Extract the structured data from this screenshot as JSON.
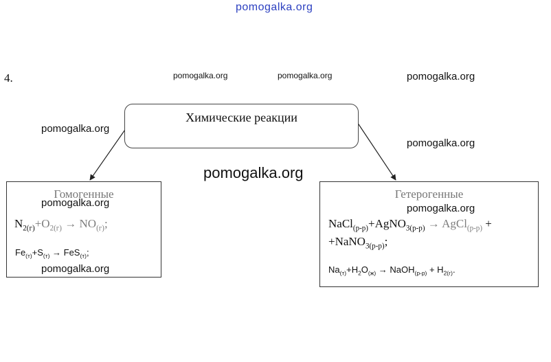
{
  "watermarks": {
    "top": "pomogalka.org",
    "row1_a": "pomogalka.org",
    "row1_b": "pomogalka.org",
    "row1_c": "pomogalka.org",
    "left_mid": "pomogalka.org",
    "right_mid": "pomogalka.org",
    "center_big": "pomogalka.org",
    "left_box_1": "pomogalka.org",
    "left_box_2": "pomogalka.org",
    "right_box": "pomogalka.org"
  },
  "task_number": "4.",
  "diagram": {
    "root": "Химические реакции",
    "left": {
      "title": "Гомогенные",
      "eq1": {
        "a": "N",
        "a_sub": "2(г)",
        "plus": "+O",
        "b_sub": "2(г)",
        "arrow": " → NO",
        "c_sub": "(г)",
        "tail": ";"
      },
      "eq2": {
        "a": "Fe",
        "a_sub": "(т)",
        "b": "+S",
        "b_sub": "(т)",
        "arrow": " → FeS",
        "c_sub": "(т)",
        "tail": ";"
      }
    },
    "right": {
      "title": "Гетерогенные",
      "eq1": {
        "a": "NaCl",
        "a_sub": "(р-р)",
        "b": "+AgNO",
        "b_sub": "3(р-р)",
        "arrow": " → AgCl",
        "c_sub": "(р-р)",
        "tail": " +"
      },
      "eq1_cont": {
        "a": "+NaNO",
        "a_sub": "3(р-р)",
        "tail": ";"
      },
      "eq2": {
        "a": "Na",
        "a_sub": "(т)",
        "b": "+H",
        "b_sub": "2",
        "c": "O",
        "c_sub": "(ж)",
        "arrow": " → NaOH",
        "d_sub": "(р-р)",
        "e": " + H",
        "e_sub": "2(г)",
        "tail": "."
      }
    }
  }
}
